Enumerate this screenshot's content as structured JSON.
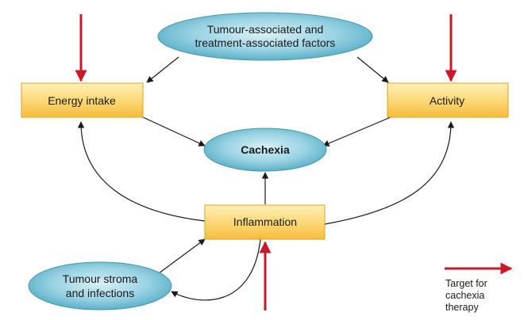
{
  "nodes": {
    "tumour_factors": {
      "line1": "Tumour-associated and",
      "line2": "treatment-associated factors"
    },
    "energy_intake": {
      "label": "Energy intake"
    },
    "activity": {
      "label": "Activity"
    },
    "cachexia": {
      "label": "Cachexia"
    },
    "inflammation": {
      "label": "Inflammation"
    },
    "tumour_stroma": {
      "line1": "Tumour stroma",
      "line2": "and infections"
    }
  },
  "legend": {
    "line1": "Target for",
    "line2": "cachexia",
    "line3": "therapy"
  },
  "colors": {
    "ellipse_fill_light": "#c7e9f2",
    "ellipse_fill_dark": "#5fb6cf",
    "ellipse_stroke": "#4a97ad",
    "box_fill_light": "#ffe9a8",
    "box_fill_dark": "#f6c347",
    "box_stroke": "#e0a224",
    "arrow_black": "#1a1a1a",
    "target_red": "#c8182a"
  }
}
